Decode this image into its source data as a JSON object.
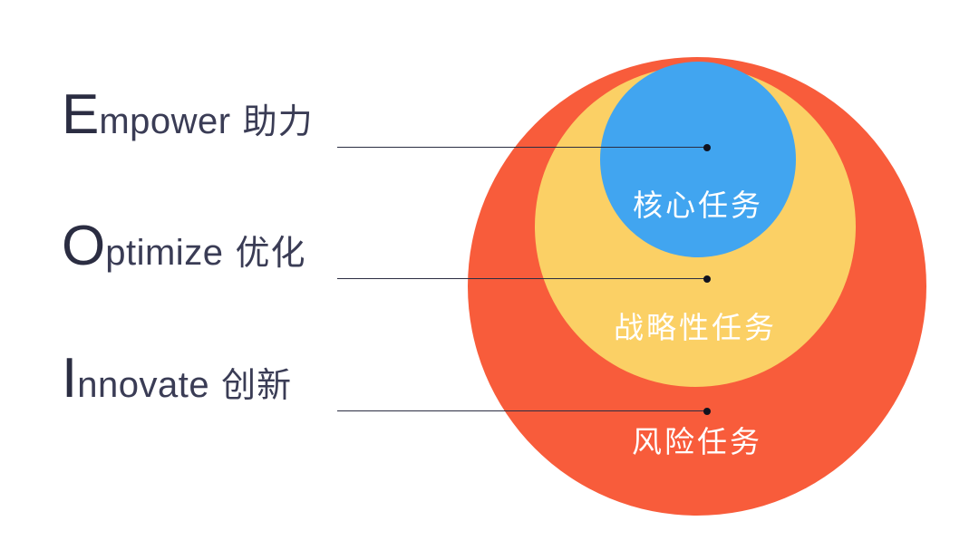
{
  "diagram": {
    "type": "concentric-circles",
    "background_color": "#ffffff",
    "labels": [
      {
        "id": "empower",
        "cap": "E",
        "rest": "mpower",
        "cn": "助力",
        "full": "Empower 助力",
        "connects_to": "核心任务"
      },
      {
        "id": "optimize",
        "cap": "O",
        "rest": "ptimize",
        "cn": "优化",
        "full": "Optimize 优化",
        "connects_to": "战略性任务"
      },
      {
        "id": "innovate",
        "cap": "I",
        "rest": "nnovate",
        "cn": "创新",
        "full": "Innovate 创新",
        "connects_to": "风险任务"
      }
    ],
    "circles": [
      {
        "id": "risk",
        "label": "风险任务",
        "color": "#f85c3b",
        "level": "outer"
      },
      {
        "id": "strategic",
        "label": "战略性任务",
        "color": "#fbd065",
        "level": "middle"
      },
      {
        "id": "core",
        "label": "核心任务",
        "color": "#41a5f0",
        "level": "inner"
      }
    ],
    "text_color": "#2b2d42",
    "leader_line_color": "#2b2d42"
  }
}
